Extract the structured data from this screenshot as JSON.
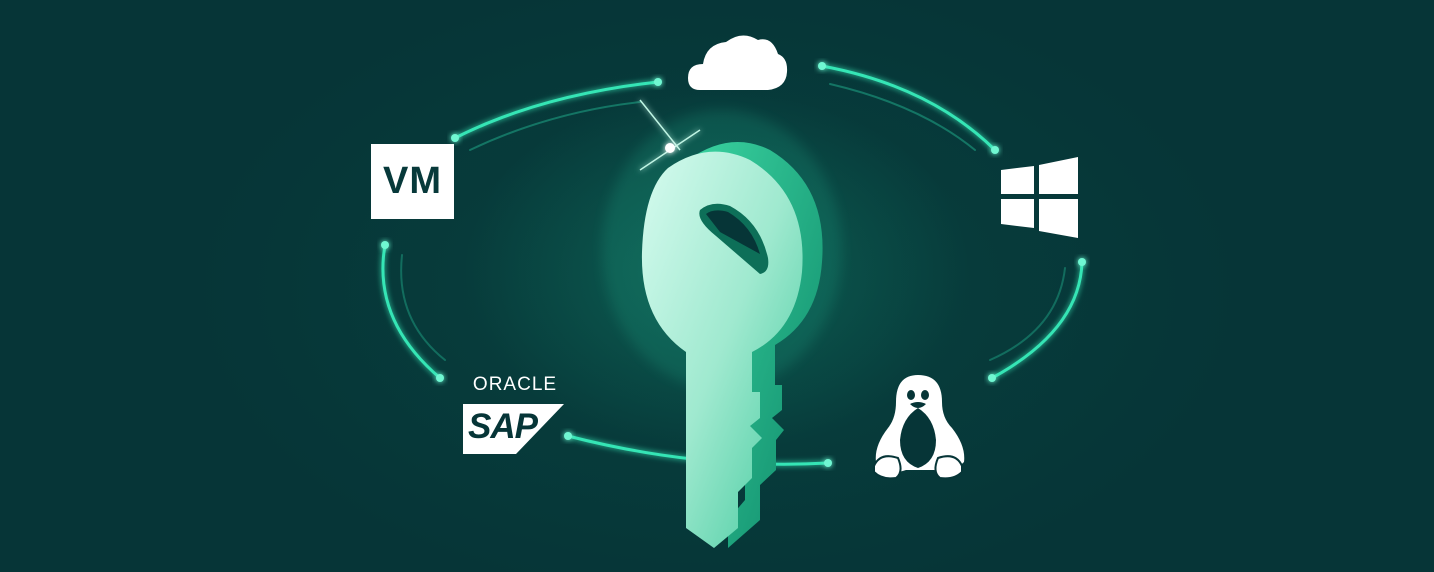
{
  "platforms": {
    "vm": {
      "label": "VM",
      "icon": "vm-badge-icon"
    },
    "oracle": {
      "label": "ORACLE",
      "icon": "oracle-logo"
    },
    "sap": {
      "label": "SAP",
      "icon": "sap-logo"
    },
    "cloud": {
      "icon": "cloud-icon"
    },
    "windows": {
      "icon": "windows-logo-icon"
    },
    "linux": {
      "icon": "linux-penguin-icon"
    }
  },
  "central": {
    "icon": "key-icon"
  },
  "colors": {
    "background": "#063537",
    "accent": "#2fe6b4",
    "key_light": "#bff5e4",
    "key_dark": "#1a9e7e",
    "icon": "#ffffff"
  }
}
